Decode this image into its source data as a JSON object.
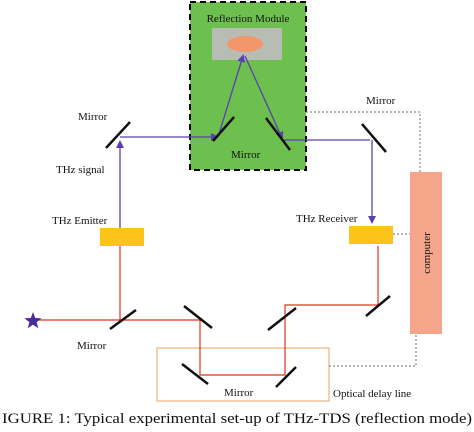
{
  "figure": {
    "caption": "IGURE 1: Typical experimental set-up of THz-TDS (reflection mode)"
  },
  "labels": {
    "reflection_module": "Reflection Module",
    "mirror_top_left": "Mirror",
    "mirror_in_module": "Mirror",
    "mirror_top_right": "Mirror",
    "thz_signal": "THz signal",
    "thz_emitter": "THz Emitter",
    "thz_receiver": "THz Receiver",
    "computer": "computer",
    "mirror_bottom_left": "Mirror",
    "mirror_delay": "Mirror",
    "optical_delay_line": "Optical delay line"
  },
  "colors": {
    "module_fill": "#6dbf4e",
    "module_border": "#000000",
    "sample_stage": "#b8bdb4",
    "sample": "#f4956a",
    "emitter_receiver": "#fcc419",
    "computer_fill": "#f4a58a",
    "laser_beam": "#d9361f",
    "thz_beam": "#5b3fb0",
    "star": "#4b2a9a",
    "mirror": "#111111",
    "delay_box_border": "#f0b080",
    "dotted_link": "#888888"
  }
}
